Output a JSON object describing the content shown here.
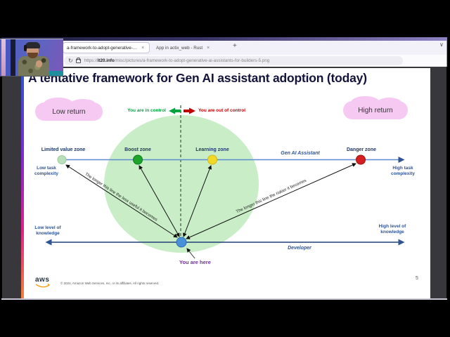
{
  "browser": {
    "tab1_label": "a-framework-to-adopt-generative-…",
    "tab1_close": "×",
    "tab2_label": "App in actix_web - Rust",
    "tab2_close": "×",
    "new_tab": "+",
    "all_tabs_chevron": "∨",
    "reload_glyph": "↻",
    "download_glyph": "↓",
    "url_scheme": "https://",
    "url_domain": "it20.info",
    "url_path": "/misc/pictures/a-framework-to-adopt-generative-ai-assistants-for-builders-5.png"
  },
  "slide": {
    "title": "A tentative framework for Gen AI assistant adoption (today)",
    "cloud_low": "Low return",
    "cloud_high": "High return",
    "control_in": "You are in control",
    "control_out": "You are out of control",
    "zones": [
      {
        "label": "Limited value zone",
        "color": "#b9e0ba"
      },
      {
        "label": "Boost zone",
        "color": "#1ea32b"
      },
      {
        "label": "Learning zone",
        "color": "#f2d929"
      },
      {
        "label": "Danger zone",
        "color": "#d42020"
      }
    ],
    "axis_top_label": "Gen AI Assistant",
    "axis_bottom_label": "Developer",
    "corner_top_left": "Low task complexity",
    "corner_top_right": "High task complexity",
    "corner_bottom_left": "Low level of knowledge",
    "corner_bottom_right": "High level of knowledge",
    "line_left_text": "The longer this line the less useful it becomes",
    "line_right_text": "The longer this line the riskier it becomes",
    "you_are_here": "You are here",
    "you_dot_color": "#4a90d9",
    "footer_logo": "aws",
    "footer_copyright": "© 2024, Amazon Web Services, Inc. or its affiliates. All rights reserved.",
    "page_number": "5"
  },
  "colors": {
    "control_in_green": "#00a33e",
    "control_out_red": "#c00000",
    "axis_top_blue": "#5b8bd0",
    "axis_bottom_navy": "#1f3f77",
    "green_circle": "#c9eec7",
    "cloud_pink": "#f6c9f3",
    "label_navy": "#1f3864",
    "label_blue": "#2e5496",
    "you_are_here_purple": "#7030a0"
  }
}
